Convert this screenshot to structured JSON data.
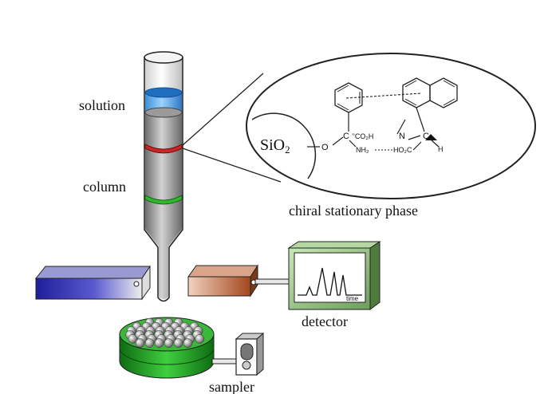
{
  "labels": {
    "solution": "solution",
    "column": "column",
    "phase": "chiral stationary phase",
    "detector": "detector",
    "sampler": "sampler",
    "time": "time"
  },
  "chem": {
    "sio2_main": "SiO",
    "sio2_sub": "2",
    "o": "O",
    "c_left": "C",
    "co2h": "’’CO₂H",
    "nh2": "NH₂",
    "n": "N",
    "ho2c": "HO₂C",
    "c_right": "C",
    "h": "H"
  }
}
